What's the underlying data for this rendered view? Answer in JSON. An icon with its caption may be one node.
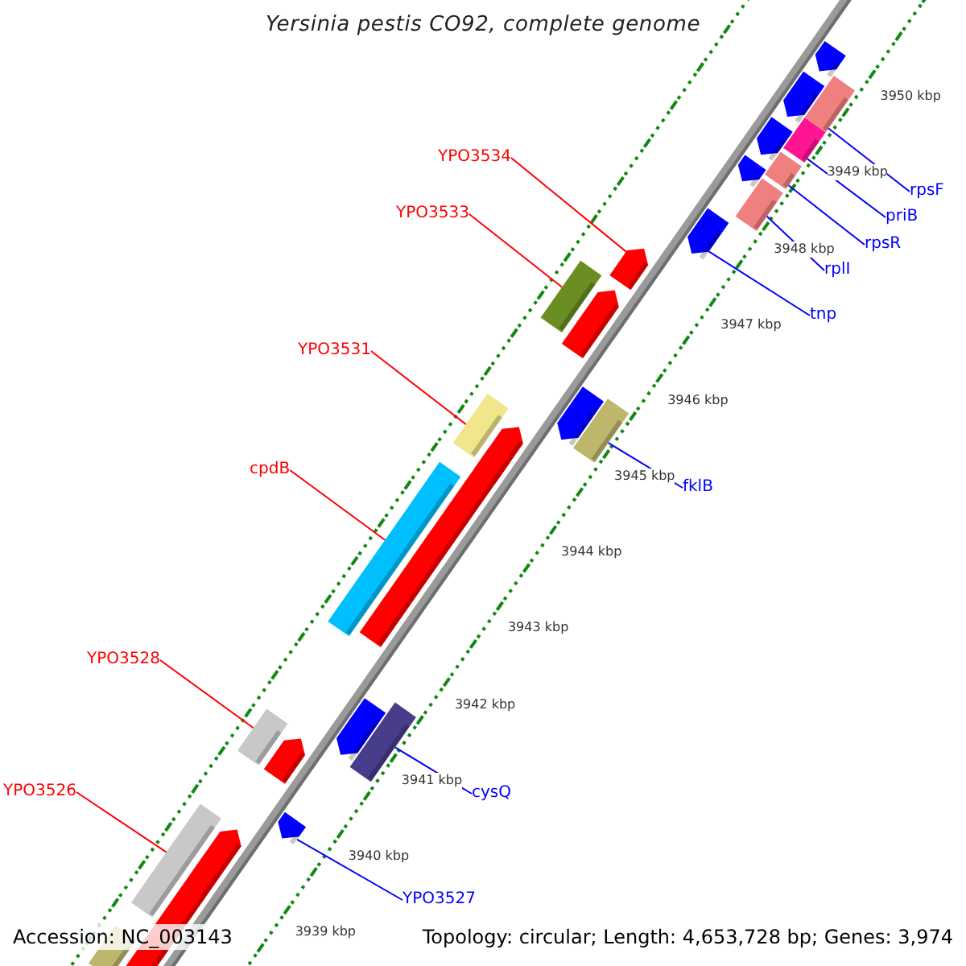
{
  "diagram": {
    "title": "Yersinia pestis CO92, complete genome",
    "nodes": [
      {
        "text": [
          "YPO3534"
        ]
      },
      {
        "text": [
          "rpsF"
        ]
      },
      {
        "text": [
          "YPO3533"
        ]
      },
      {
        "text": [
          "priB"
        ]
      },
      {
        "text": [
          "rpsR"
        ]
      },
      {
        "text": [
          "rplI"
        ]
      },
      {
        "text": [
          "tnp"
        ]
      },
      {
        "text": [
          "YPO3531"
        ]
      },
      {
        "text": [
          "cpdB"
        ]
      },
      {
        "text": [
          "fklB"
        ]
      },
      {
        "text": [
          "YPO3528"
        ]
      },
      {
        "text": [
          "YPO3526"
        ]
      },
      {
        "text": [
          "cysQ"
        ]
      },
      {
        "text": [
          "YPO3527"
        ]
      },
      {
        "text": [],
        "shape": "bar"
      },
      {
        "text": [],
        "shape": "bar"
      },
      {
        "text": [],
        "shape": "bar"
      },
      {
        "text": [],
        "shape": "bar"
      },
      {
        "text": [],
        "shape": "bar"
      },
      {
        "text": [],
        "shape": "bar"
      },
      {
        "text": [],
        "shape": "bar"
      },
      {
        "text": [],
        "shape": "bar"
      },
      {
        "text": [],
        "shape": "bar"
      },
      {
        "text": [],
        "shape": "bar"
      },
      {
        "text": [],
        "shape": "bar"
      },
      {
        "text": [],
        "shape": "bar"
      },
      {
        "text": [],
        "shape": "bar"
      },
      {
        "text": [],
        "shape": "bar"
      },
      {
        "text": [],
        "shape": "bar"
      },
      {
        "text": [],
        "shape": "bar"
      },
      {
        "text": [],
        "shape": "bar"
      },
      {
        "text": [],
        "shape": "bar"
      },
      {
        "text": [],
        "shape": "bar"
      },
      {
        "text": [],
        "shape": "bar"
      },
      {
        "text": [],
        "shape": "bar"
      },
      {
        "text": [],
        "shape": "bar"
      },
      {
        "text": [],
        "shape": "bar"
      },
      {
        "text": [],
        "shape": "bar"
      },
      {
        "text": [],
        "shape": "bar"
      },
      {
        "text": [],
        "shape": "bar"
      }
    ],
    "edges": [
      {
        "from": 0,
        "to": 23,
        "arrow": "none",
        "color": "#ff0000"
      },
      {
        "from": 1,
        "to": 15,
        "arrow": "none",
        "color": "#0000ff"
      },
      {
        "from": 2,
        "to": 24,
        "arrow": "none",
        "color": "#ff0000"
      },
      {
        "from": 3,
        "to": 17,
        "arrow": "none",
        "color": "#0000ff"
      },
      {
        "from": 4,
        "to": 19,
        "arrow": "none",
        "color": "#0000ff"
      },
      {
        "from": 5,
        "to": 21,
        "arrow": "none",
        "color": "#0000ff"
      },
      {
        "from": 6,
        "to": 22,
        "arrow": "none",
        "color": "#0000ff"
      },
      {
        "from": 7,
        "to": 28,
        "arrow": "none",
        "color": "#ff0000"
      },
      {
        "from": 8,
        "to": 31,
        "arrow": "none",
        "color": "#ff0000"
      },
      {
        "from": 9,
        "to": 27,
        "arrow": "none",
        "color": "#0000ff"
      },
      {
        "from": 10,
        "to": 34,
        "arrow": "none",
        "color": "#ff0000"
      },
      {
        "from": 11,
        "to": 37,
        "arrow": "none",
        "color": "#ff0000"
      },
      {
        "from": 12,
        "to": 33,
        "arrow": "none",
        "color": "#0000ff"
      },
      {
        "from": 13,
        "to": 36,
        "arrow": "none",
        "color": "#0000ff"
      }
    ],
    "labels": [
      "3950 kbp",
      "3949 kbp",
      "3948 kbp",
      "3947 kbp",
      "3946 kbp",
      "3945 kbp",
      "3944 kbp",
      "3943 kbp",
      "3942 kbp",
      "3941 kbp",
      "3940 kbp",
      "3939 kbp",
      "Accession: NC_003143",
      "Topology: circular; Length: 4,653,728 bp; Genes: 3,974"
    ]
  }
}
